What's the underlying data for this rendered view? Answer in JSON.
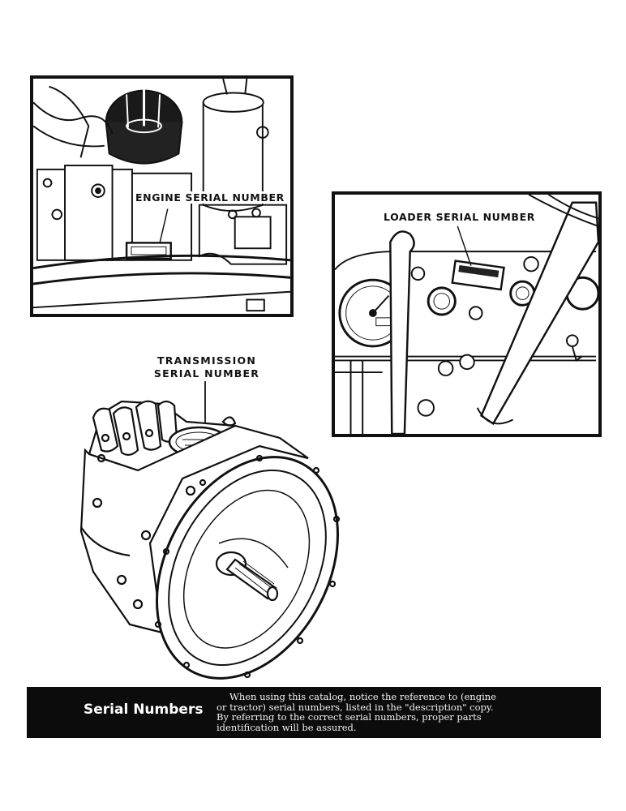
{
  "figures": {
    "engine": {
      "label": "ENGINE SERIAL NUMBER"
    },
    "loader": {
      "label": "LOADER SERIAL NUMBER"
    },
    "transmission": {
      "label_line1": "TRANSMISSION",
      "label_line2": "SERIAL  NUMBER"
    }
  },
  "footer": {
    "title": "Serial Numbers",
    "lines": [
      "When using this catalog, notice the reference to (engine",
      "or tractor) serial numbers, listed in the \"description\" copy.",
      "By referring to the correct serial numbers, proper parts",
      "identification will be assured."
    ]
  }
}
